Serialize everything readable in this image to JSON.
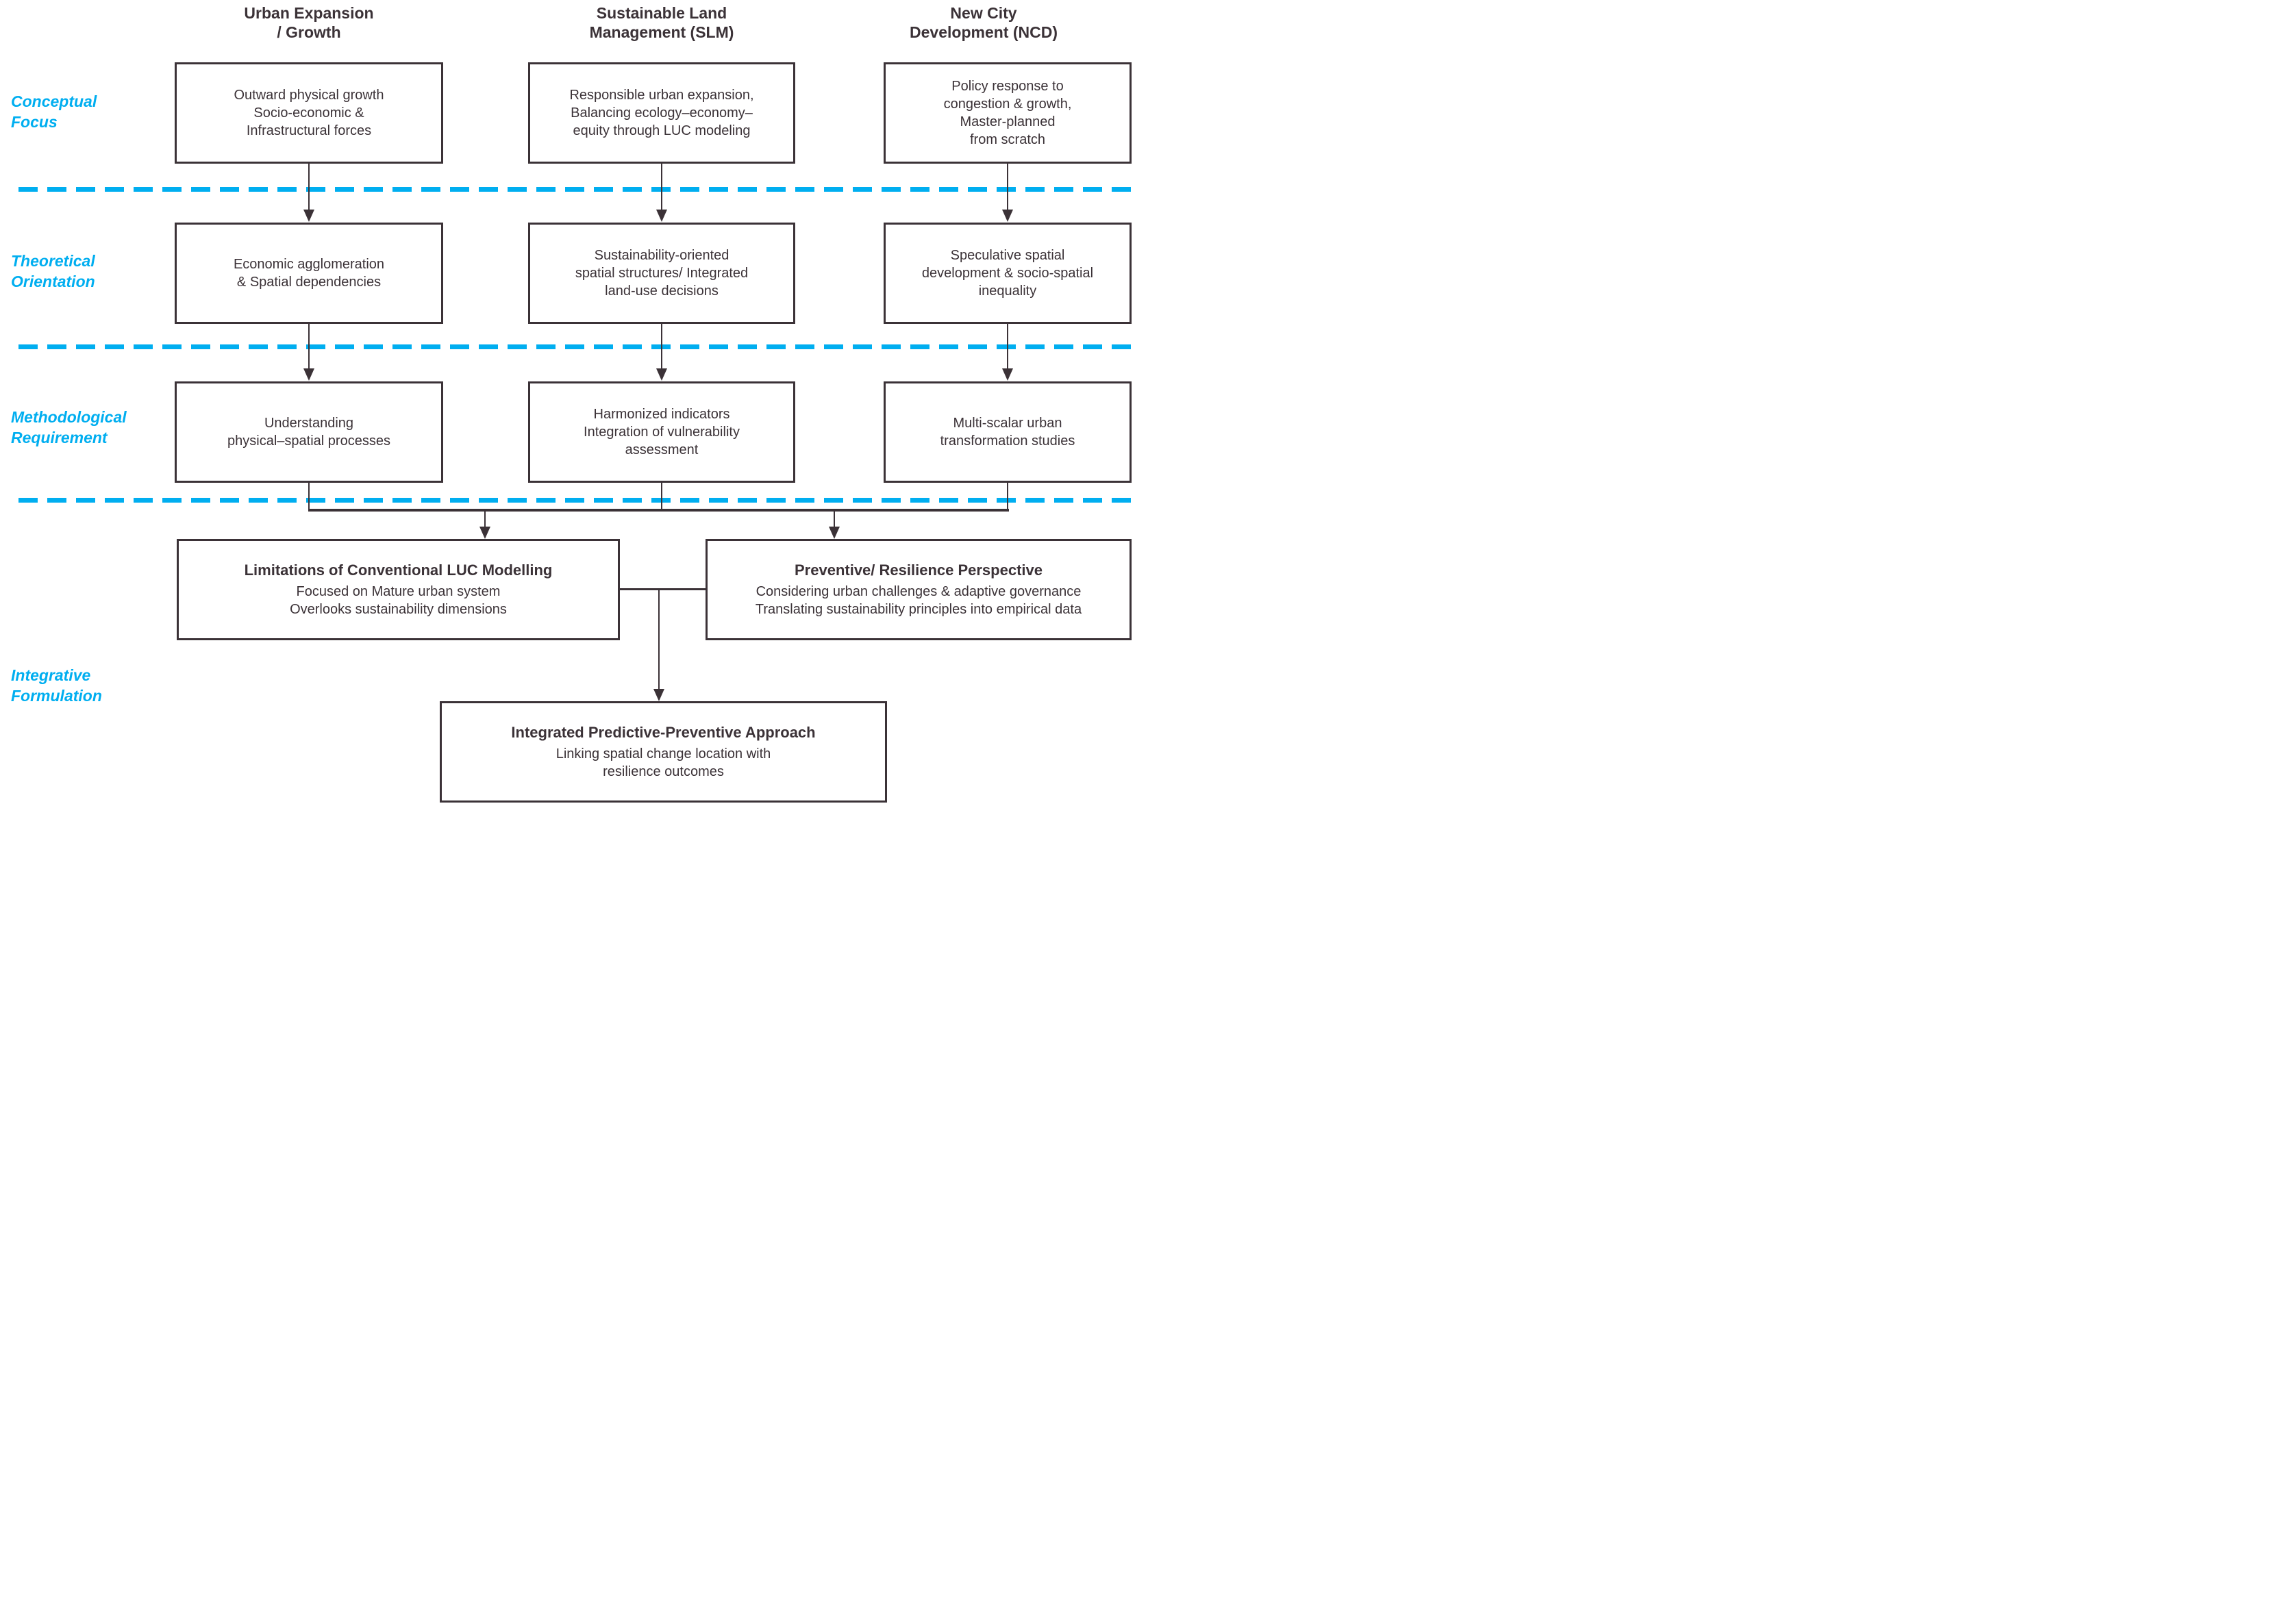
{
  "diagram": {
    "colors": {
      "accent_cyan": "#00AEF0",
      "ink_dark": "#3B3237",
      "background": "#FFFFFF"
    },
    "row_labels": [
      {
        "line1": "Conceptual",
        "line2": "Focus"
      },
      {
        "line1": "Theoretical",
        "line2": "Orientation"
      },
      {
        "line1": "Methodological",
        "line2": "Requirement"
      },
      {
        "line1": "Integrative",
        "line2": "Formulation"
      }
    ],
    "columns": [
      {
        "header_line1": "Urban Expansion",
        "header_line2": "/ Growth",
        "conceptual": {
          "line1": "Outward physical growth",
          "line2": "Socio-economic &",
          "line3": "Infrastructural forces"
        },
        "theoretical": {
          "line1": "Economic agglomeration",
          "line2": "& Spatial dependencies"
        },
        "methodological": {
          "line1": "Understanding",
          "line2": "physical–spatial processes"
        }
      },
      {
        "header_line1": "Sustainable Land",
        "header_line2": "Management (SLM)",
        "conceptual": {
          "line1": "Responsible urban expansion,",
          "line2": "Balancing ecology–economy–",
          "line3": "equity through LUC modeling"
        },
        "theoretical": {
          "line1": "Sustainability-oriented",
          "line2": "spatial structures/ Integrated",
          "line3": "land-use decisions"
        },
        "methodological": {
          "line1": "Harmonized indicators",
          "line2": "Integration of vulnerability",
          "line3": "assessment"
        }
      },
      {
        "header_line1": "New City",
        "header_line2": "Development (NCD)",
        "conceptual": {
          "line1": "Policy response to",
          "line2": "congestion & growth,",
          "line3": "Master-planned",
          "line4": "from scratch"
        },
        "theoretical": {
          "line1": "Speculative spatial",
          "line2": "development & socio-spatial",
          "line3": "inequality"
        },
        "methodological": {
          "line1": "Multi-scalar urban",
          "line2": "transformation studies"
        }
      }
    ],
    "integrative": {
      "limitations": {
        "title": "Limitations of Conventional LUC Modelling",
        "line1": "Focused on Mature urban system",
        "line2": "Overlooks sustainability dimensions"
      },
      "preventive": {
        "title": "Preventive/ Resilience Perspective",
        "line1": "Considering urban challenges & adaptive governance",
        "line2": "Translating sustainability principles into empirical data"
      },
      "integrated": {
        "title": "Integrated Predictive-Preventive Approach",
        "line1": "Linking spatial change location with",
        "line2": "resilience outcomes"
      }
    }
  }
}
